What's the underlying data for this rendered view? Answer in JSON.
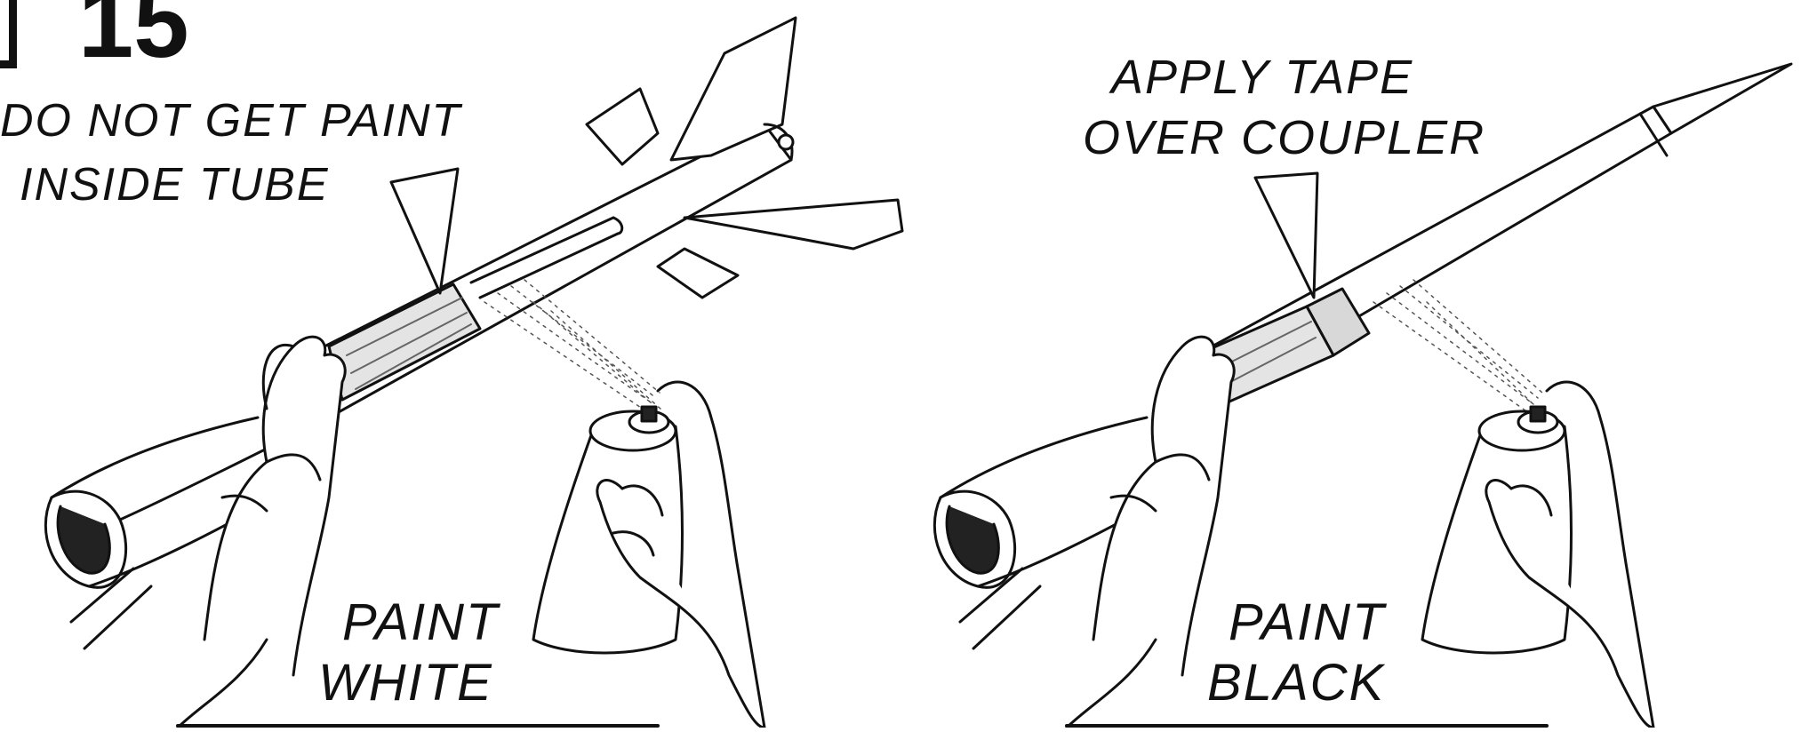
{
  "step": {
    "number": "15"
  },
  "left_panel": {
    "callout": {
      "line1": "DO NOT GET PAINT",
      "line2": "INSIDE TUBE"
    },
    "instruction": {
      "line1": "PAINT",
      "line2": "WHITE"
    }
  },
  "right_panel": {
    "callout": {
      "line1": "APPLY TAPE",
      "line2": "OVER COUPLER"
    },
    "instruction": {
      "line1": "PAINT",
      "line2": "BLACK"
    }
  },
  "colors": {
    "ink": "#111111",
    "paper": "#ffffff",
    "tape": "#d8d8d8"
  }
}
